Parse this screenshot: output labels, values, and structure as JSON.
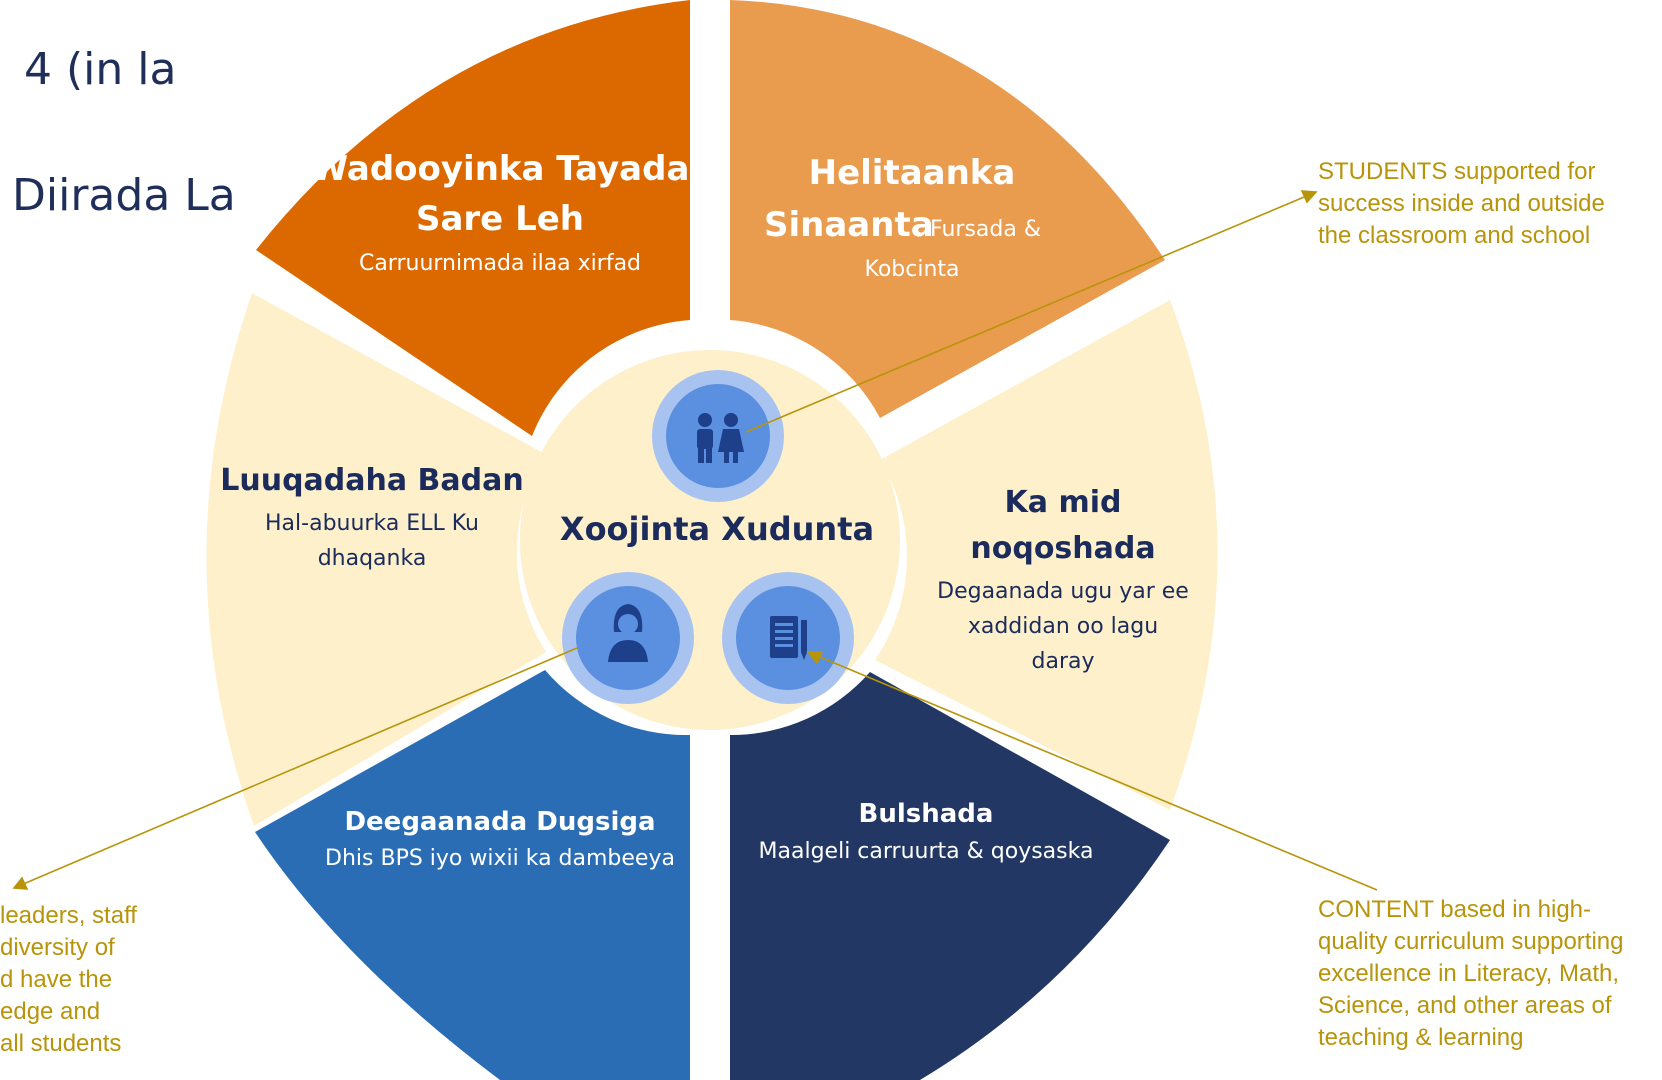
{
  "heading": {
    "line1": "4 (in la",
    "line2": "Diirada La"
  },
  "segments": {
    "top_left": {
      "title_line1": "Wadooyinka Tayada",
      "title_line2": "Sare Leh",
      "subtitle": "Carruurnimada ilaa xirfad"
    },
    "top_right": {
      "title_line1": "Helitaanka",
      "title_line2": "Sinaanta",
      "subtitle_inline": "Fursada &",
      "subtitle_line2": "Kobcinta"
    },
    "left": {
      "title": "Luuqadaha Badan",
      "subtitle_line1": "Hal-abuurka ELL Ku",
      "subtitle_line2": "dhaqanka"
    },
    "right": {
      "title_line1": "Ka mid",
      "title_line2": "noqoshada",
      "subtitle_line1": "Degaanada ugu yar ee",
      "subtitle_line2": "xaddidan oo lagu",
      "subtitle_line3": "daray"
    },
    "bottom_left": {
      "title": "Deegaanada Dugsiga",
      "subtitle": "Dhis BPS iyo wixii ka dambeeya"
    },
    "bottom_right": {
      "title": "Bulshada",
      "subtitle": "Maalgeli carruurta & qoysaska"
    }
  },
  "center": {
    "label": "Xoojinta Xudunta"
  },
  "icons": [
    "students-icon",
    "teacher-icon",
    "document-icon"
  ],
  "annotations": {
    "students": "STUDENTS supported for\nsuccess inside and outside\nthe classroom and school",
    "content": "CONTENT based in high-\nquality curriculum supporting\nexcellence in Literacy, Math,\nScience, and other areas of\nteaching & learning",
    "educators": "leaders, staff\ndiversity of\nd have the\nedge and\nall students"
  },
  "colors": {
    "dark_orange": "#dc6900",
    "light_orange": "#e99b4e",
    "cream": "#fdf0ca",
    "blue": "#2a6db5",
    "navy": "#223763",
    "annotation": "#b8940a",
    "heading": "#1f2f5a",
    "icon_outer": "#a9c3f0",
    "icon_inner": "#5b8fe0",
    "icon_fg": "#1e3f8a"
  }
}
